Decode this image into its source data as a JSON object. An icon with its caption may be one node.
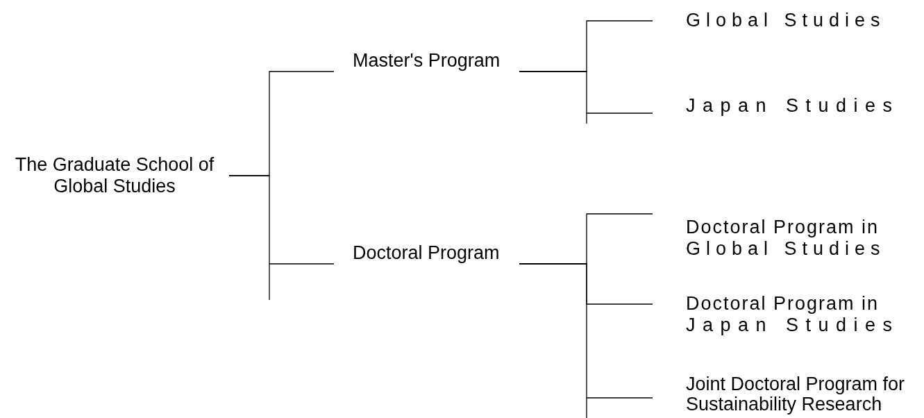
{
  "diagram": {
    "nodes": [
      {
        "text": [
          "The Graduate School of Global Studies"
        ]
      },
      {
        "text": [
          "Master's Program"
        ]
      },
      {
        "text": [
          "Doctoral Program"
        ]
      },
      {
        "text": [
          "Global Studies"
        ]
      },
      {
        "text": [
          "Japan Studies"
        ]
      },
      {
        "text": [
          "Doctoral Program in",
          "Global Studies"
        ]
      },
      {
        "text": [
          "Doctoral Program in",
          "Japan Studies"
        ]
      },
      {
        "text": [
          "Joint Doctoral Program for Sustainability Research"
        ]
      }
    ],
    "edges": [
      {
        "from": 0,
        "to": 1,
        "arrow": "none"
      },
      {
        "from": 0,
        "to": 2,
        "arrow": "none"
      },
      {
        "from": 1,
        "to": 3,
        "arrow": "none"
      },
      {
        "from": 1,
        "to": 4,
        "arrow": "none"
      },
      {
        "from": 2,
        "to": 5,
        "arrow": "none"
      },
      {
        "from": 2,
        "to": 6,
        "arrow": "none"
      },
      {
        "from": 2,
        "to": 7,
        "arrow": "none"
      }
    ]
  }
}
